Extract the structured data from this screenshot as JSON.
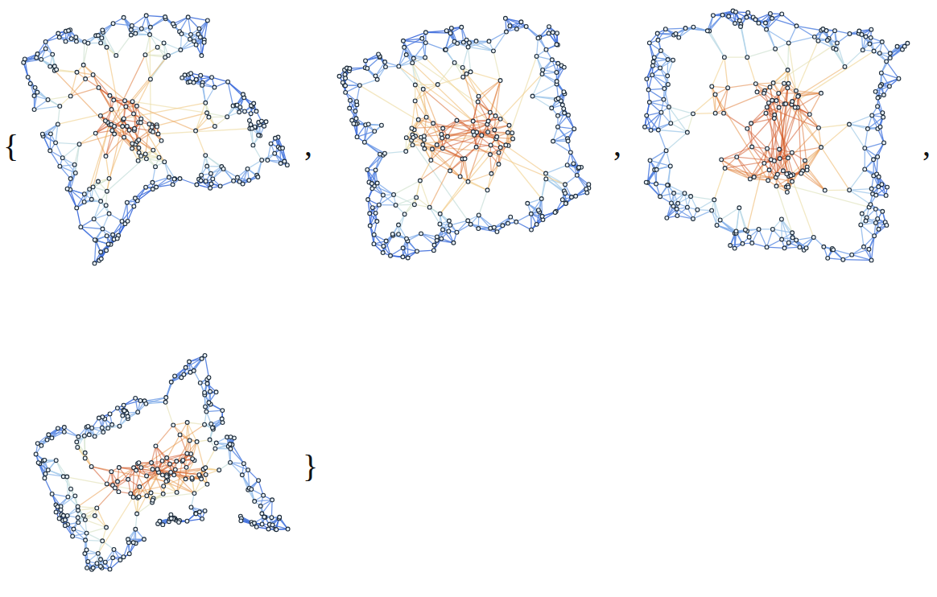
{
  "diagram": {
    "labels": [
      "{",
      ",",
      ",",
      ",",
      "}"
    ]
  }
}
